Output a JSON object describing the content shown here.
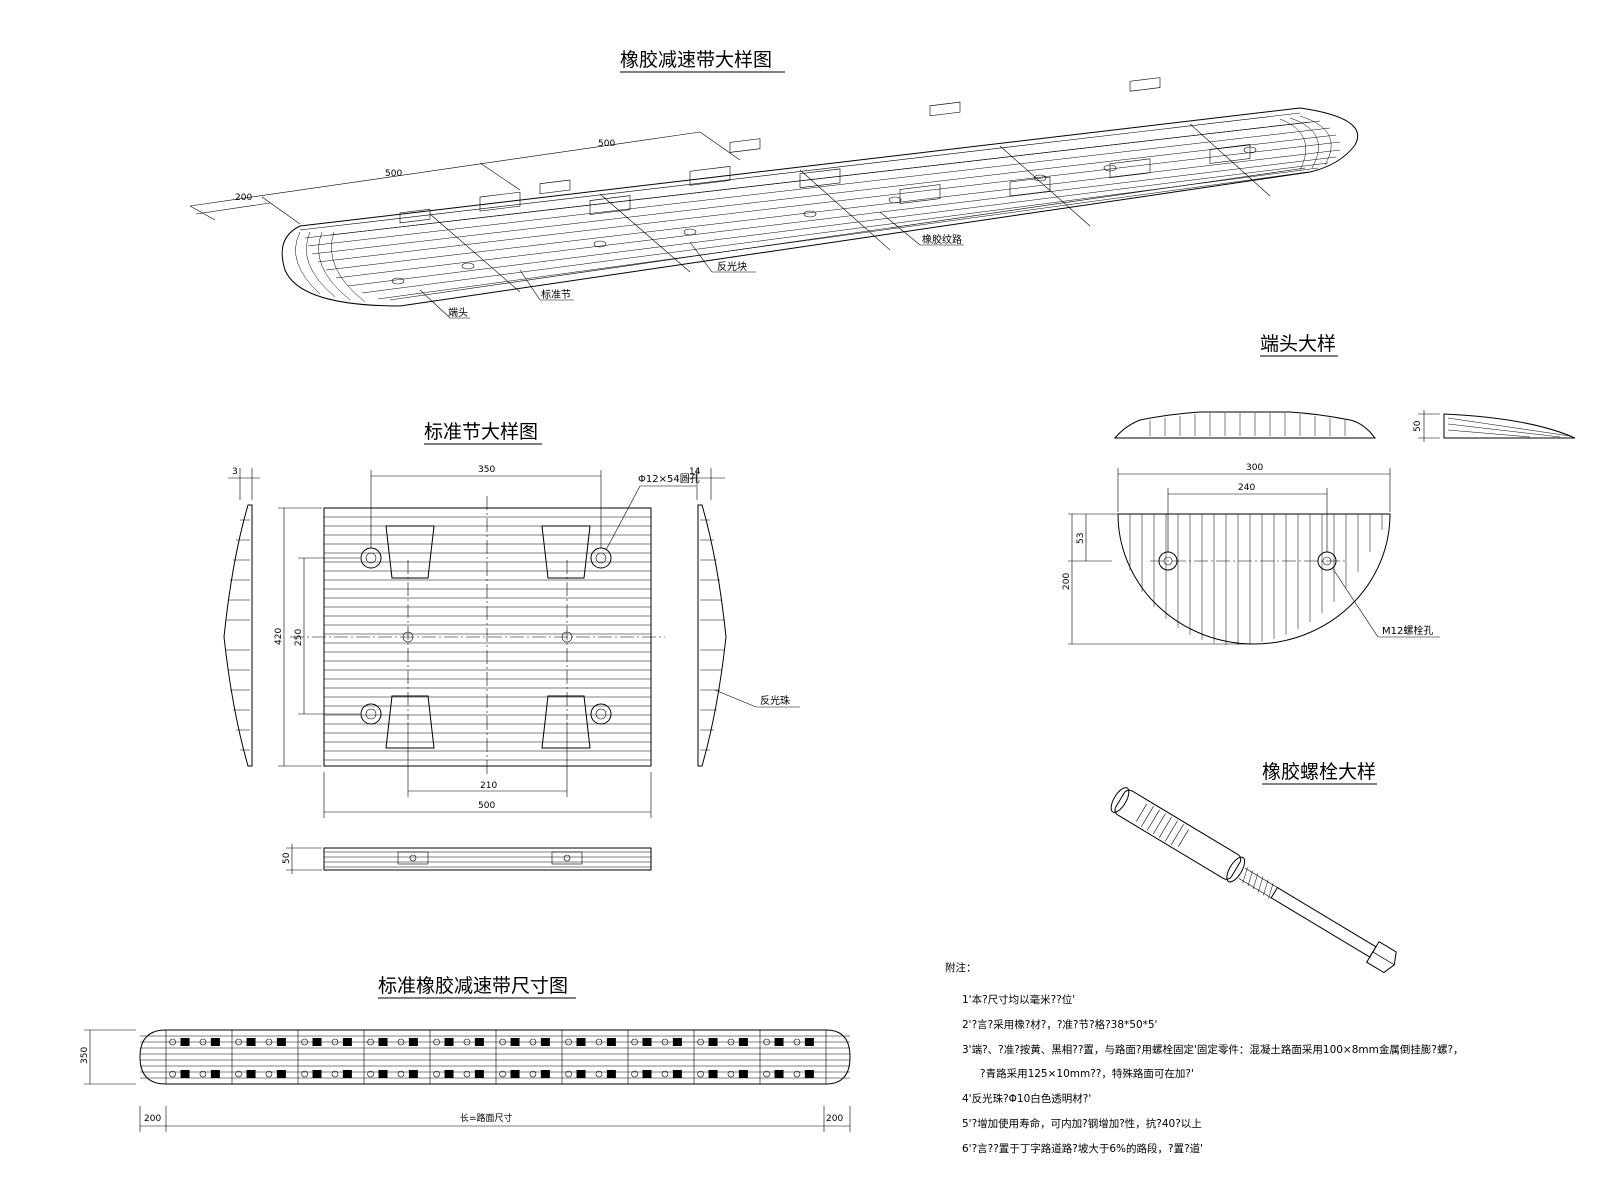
{
  "titles": {
    "main": "橡胶减速带大样图",
    "end_detail": "端头大样",
    "standard_section": "标准节大样图",
    "bolt_detail": "橡胶螺栓大样",
    "dimension_plan": "标准橡胶减速带尺寸图"
  },
  "isometric": {
    "dims": [
      "200",
      "500",
      "500"
    ],
    "labels": {
      "end": "端头",
      "section": "标准节",
      "reflector": "反光块",
      "texture": "橡胶纹路"
    }
  },
  "standard_section": {
    "dims": {
      "top_span": "350",
      "bolt_hole": "Φ12×54圆孔",
      "inner_span": "210",
      "total_width": "500",
      "total_height": "420",
      "inner_height": "250",
      "side_left": "3",
      "side_right": "14",
      "thickness": "50"
    },
    "reflector_label": "反光珠"
  },
  "end_detail": {
    "dims": {
      "width": "300",
      "inner_width": "240",
      "offset": "53",
      "height": "200",
      "thickness": "50"
    },
    "bolt_label": "M12螺栓孔"
  },
  "dimension_plan": {
    "height": "350",
    "left_end": "200",
    "right_end": "200",
    "middle": "长=路面尺寸"
  },
  "notes": {
    "heading": "附注：",
    "items": [
      "1'本?尺寸均以毫米??位'",
      "2'?言?采用橡?材?，?准?节?格?38*50*5'",
      "3'端?、?准?按黄、黑相??置，与路面?用螺栓固定'固定零件：混凝土路面采用100×8mm金属倒挂膨?螺?，",
      "?青路采用125×10mm??，特殊路面可在加?'",
      "4'反光珠?Φ10白色透明材?'",
      "5'?增加使用寿命，可内加?钢增加?性，抗?40?以上",
      "6'?言??置于丁字路道路?坡大于6%的路段，?置?道'"
    ]
  }
}
